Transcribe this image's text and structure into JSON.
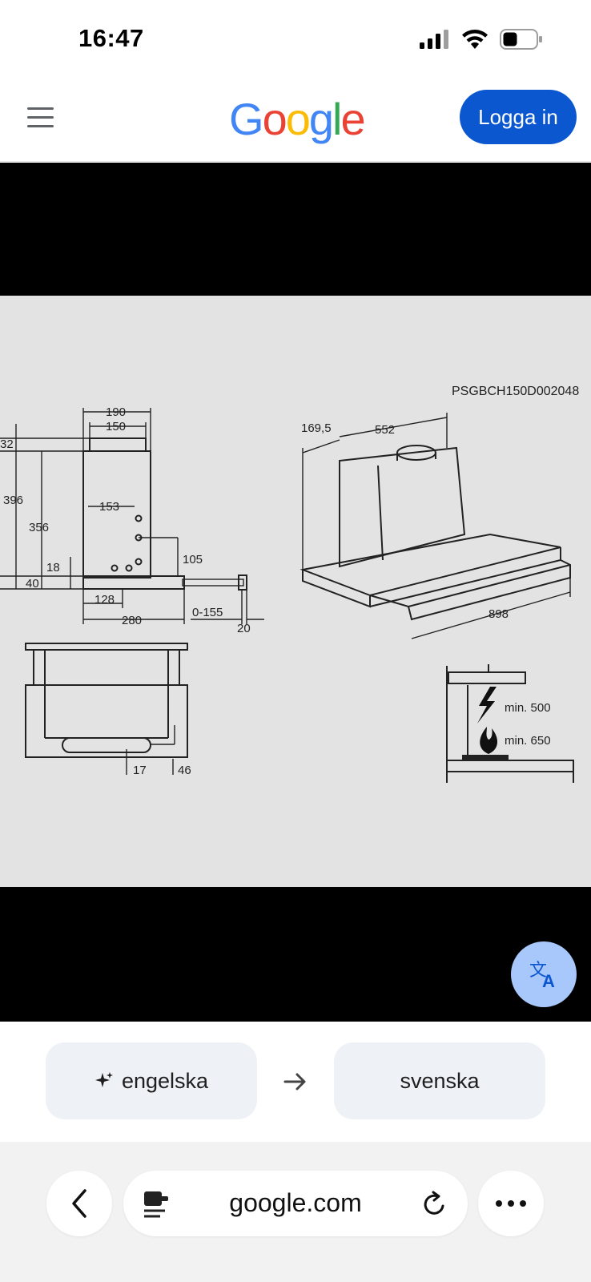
{
  "status_bar": {
    "time": "16:47"
  },
  "header": {
    "logo_letters": [
      "G",
      "o",
      "o",
      "g",
      "l",
      "e"
    ],
    "logo_colors": [
      "#4285F4",
      "#EA4335",
      "#FBBC05",
      "#4285F4",
      "#34A853",
      "#EA4335"
    ],
    "login_label": "Logga in",
    "accent": "#0b57d0"
  },
  "diagram": {
    "code": "PSGBCH150D002048",
    "side_view": {
      "top_width": "190",
      "chimney_width": "150",
      "top_gap": "32",
      "total_height": "396",
      "body_height": "356",
      "duct_offset": "153",
      "hole_offset": "18",
      "socket_height": "105",
      "base_height": "40",
      "front_depth": "128",
      "depth": "280",
      "extension": "0-155",
      "handle": "20"
    },
    "iso_view": {
      "side_depth": "169,5",
      "body_width": "552",
      "total_width": "898"
    },
    "front_view": {
      "slot": "17",
      "front_height": "46"
    },
    "clearance": {
      "electric": "min. 500",
      "gas": "min. 650"
    }
  },
  "translate": {
    "source_lang": "engelska",
    "target_lang": "svenska"
  },
  "browser": {
    "url": "google.com"
  }
}
